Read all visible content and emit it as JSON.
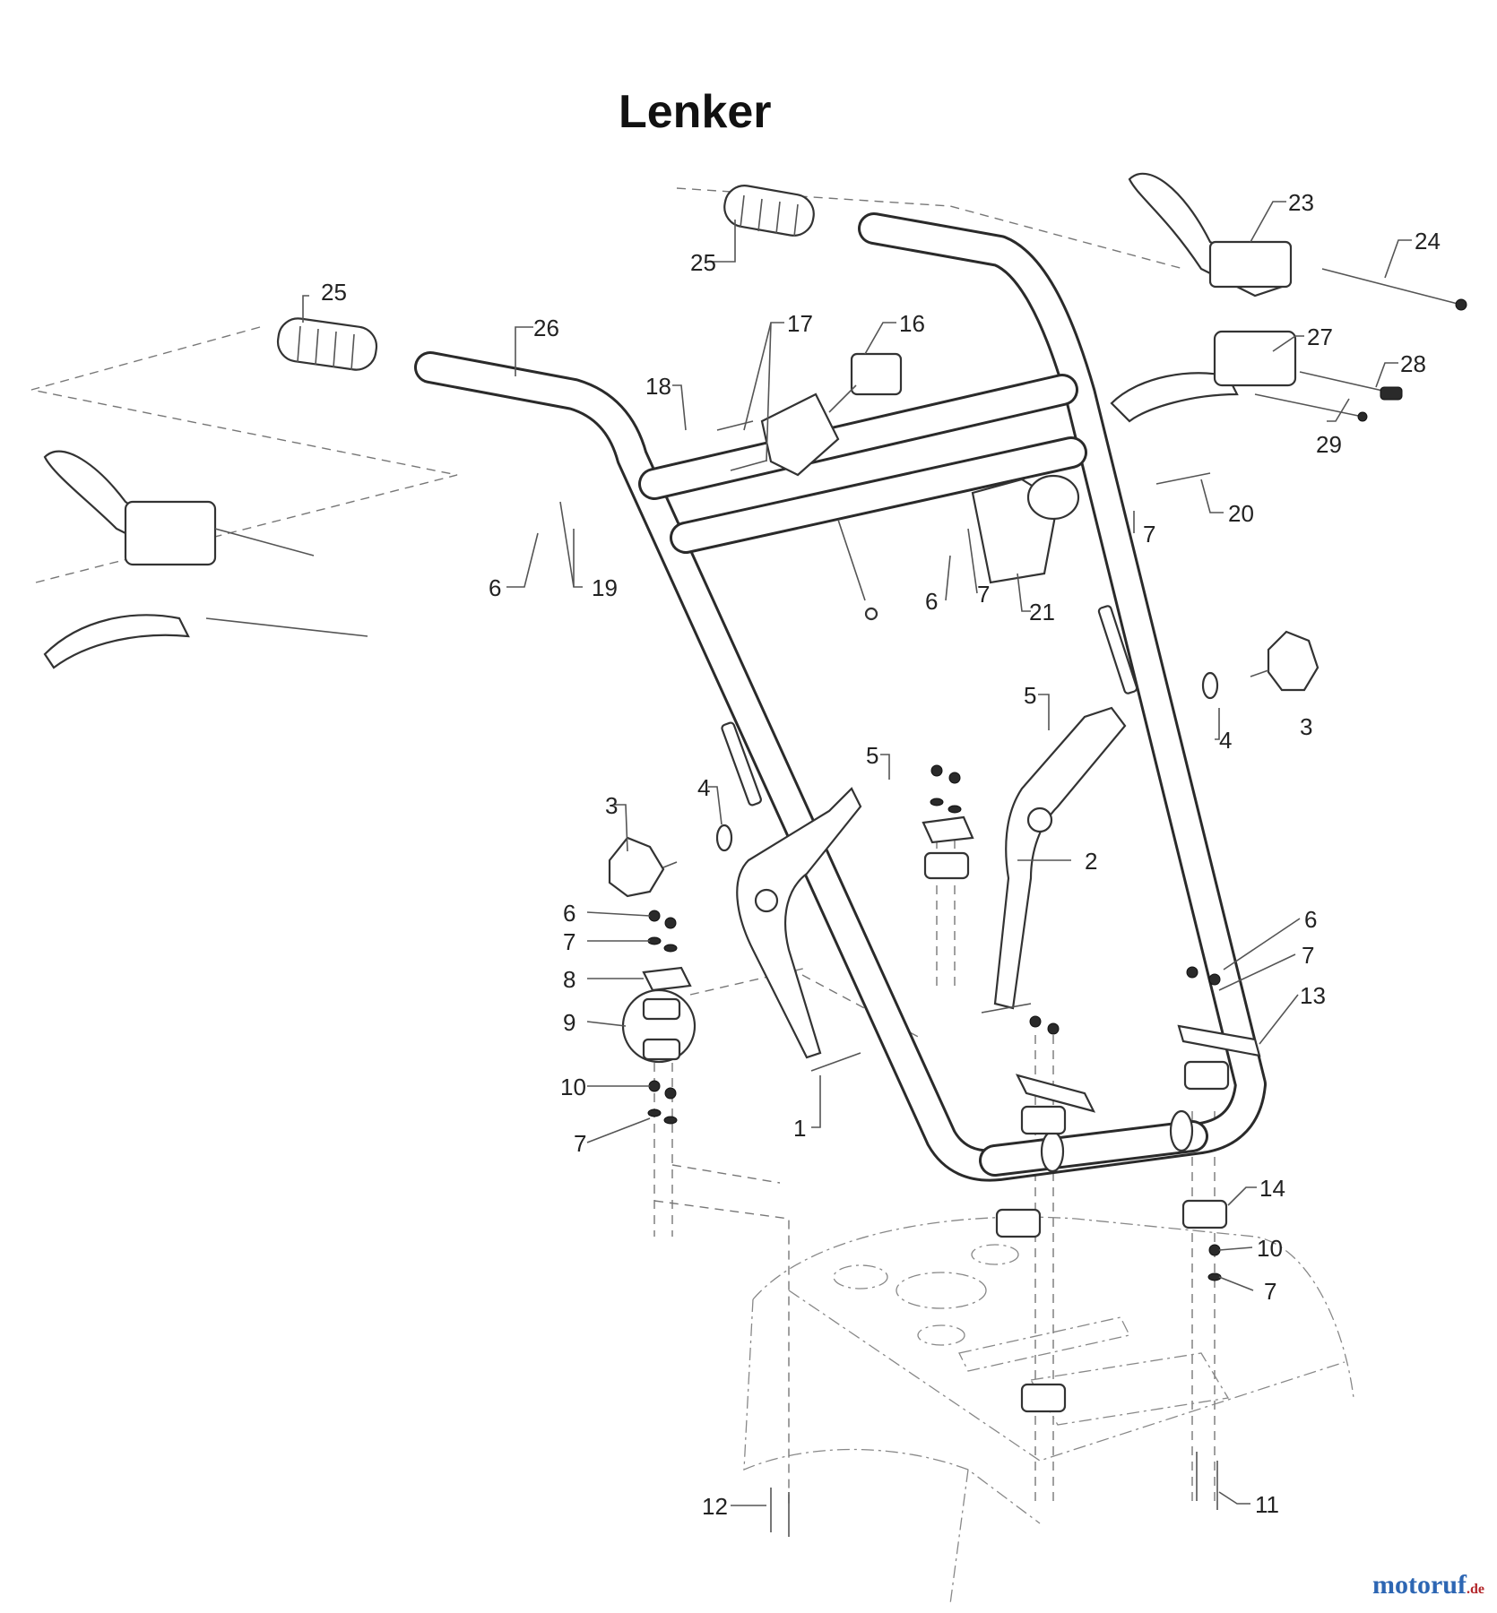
{
  "title": "Lenker",
  "brand": {
    "name": "motoruf",
    "tld": ".de"
  },
  "callouts": [
    {
      "id": "c25a",
      "text": "25"
    },
    {
      "id": "c25b",
      "text": "25"
    },
    {
      "id": "c26",
      "text": "26"
    },
    {
      "id": "c17",
      "text": "17"
    },
    {
      "id": "c16",
      "text": "16"
    },
    {
      "id": "c18",
      "text": "18"
    },
    {
      "id": "c23",
      "text": "23"
    },
    {
      "id": "c24",
      "text": "24"
    },
    {
      "id": "c27",
      "text": "27"
    },
    {
      "id": "c28",
      "text": "28"
    },
    {
      "id": "c29",
      "text": "29"
    },
    {
      "id": "c20",
      "text": "20"
    },
    {
      "id": "c7a",
      "text": "7"
    },
    {
      "id": "c6a",
      "text": "6"
    },
    {
      "id": "c19",
      "text": "19"
    },
    {
      "id": "c6b",
      "text": "6"
    },
    {
      "id": "c7b",
      "text": "7"
    },
    {
      "id": "c21",
      "text": "21"
    },
    {
      "id": "c5a",
      "text": "5"
    },
    {
      "id": "c4a",
      "text": "4"
    },
    {
      "id": "c3a",
      "text": "3"
    },
    {
      "id": "c5b",
      "text": "5"
    },
    {
      "id": "c4b",
      "text": "4"
    },
    {
      "id": "c3b",
      "text": "3"
    },
    {
      "id": "c2",
      "text": "2"
    },
    {
      "id": "c6c",
      "text": "6"
    },
    {
      "id": "c7c",
      "text": "7"
    },
    {
      "id": "c8",
      "text": "8"
    },
    {
      "id": "c9",
      "text": "9"
    },
    {
      "id": "c10a",
      "text": "10"
    },
    {
      "id": "c7d",
      "text": "7"
    },
    {
      "id": "c1",
      "text": "1"
    },
    {
      "id": "c6d",
      "text": "6"
    },
    {
      "id": "c7e",
      "text": "7"
    },
    {
      "id": "c13",
      "text": "13"
    },
    {
      "id": "c14",
      "text": "14"
    },
    {
      "id": "c10b",
      "text": "10"
    },
    {
      "id": "c7f",
      "text": "7"
    },
    {
      "id": "c12",
      "text": "12"
    },
    {
      "id": "c11",
      "text": "11"
    }
  ]
}
